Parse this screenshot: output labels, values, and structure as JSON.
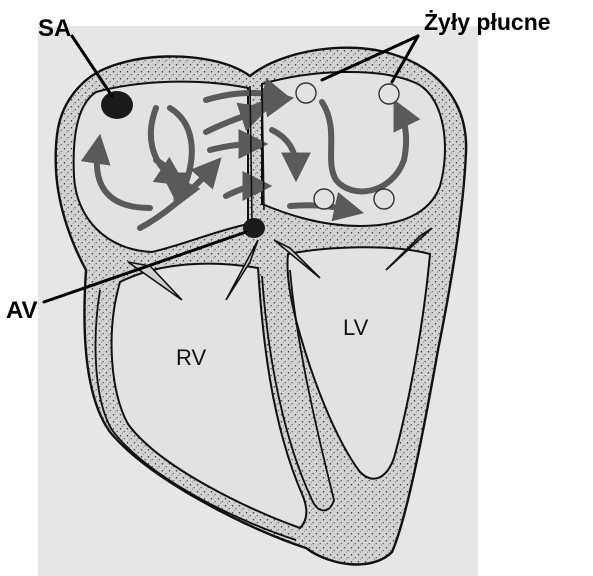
{
  "labels": {
    "sa": "SA",
    "av": "AV",
    "pulmonary_veins": "Żyły płucne",
    "right_ventricle": "RV",
    "left_ventricle": "LV"
  },
  "colors": {
    "background_panel": "#e6e6e6",
    "tissue_fill": "#d4d4d4",
    "chamber_fill": "#e2e2e2",
    "flow_arrows": "#5a5a5a",
    "outline": "#111111",
    "nodes": "#1a1a1a"
  },
  "icons": [
    "sa-node",
    "av-node",
    "pulmonary-vein-opening",
    "blood-flow-arrow",
    "valve-leaflet"
  ]
}
